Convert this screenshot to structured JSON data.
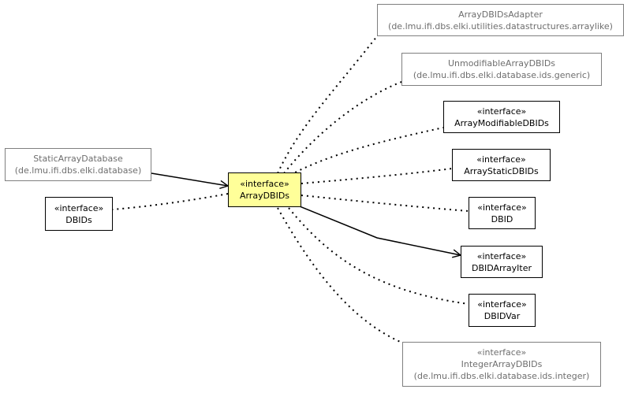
{
  "diagram": {
    "focus": {
      "stereotype": "«interface»",
      "name": "ArrayDBIDs"
    },
    "nodes": {
      "array_dbids_adapter": {
        "name": "ArrayDBIDsAdapter",
        "package": "(de.lmu.ifi.dbs.elki.utilities.datastructures.arraylike)"
      },
      "unmodifiable_array_dbids": {
        "name": "UnmodifiableArrayDBIDs",
        "package": "(de.lmu.ifi.dbs.elki.database.ids.generic)"
      },
      "array_modifiable_dbids": {
        "stereotype": "«interface»",
        "name": "ArrayModifiableDBIDs"
      },
      "static_array_database": {
        "name": "StaticArrayDatabase",
        "package": "(de.lmu.ifi.dbs.elki.database)"
      },
      "array_static_dbids": {
        "stereotype": "«interface»",
        "name": "ArrayStaticDBIDs"
      },
      "dbids": {
        "stereotype": "«interface»",
        "name": "DBIDs"
      },
      "dbid": {
        "stereotype": "«interface»",
        "name": "DBID"
      },
      "dbid_array_iter": {
        "stereotype": "«interface»",
        "name": "DBIDArrayIter"
      },
      "dbid_var": {
        "stereotype": "«interface»",
        "name": "DBIDVar"
      },
      "integer_array_dbids": {
        "stereotype": "«interface»",
        "name": "IntegerArrayDBIDs",
        "package": "(de.lmu.ifi.dbs.elki.database.ids.integer)"
      }
    },
    "colors": {
      "focus_fill": "#ffff99",
      "external_border": "#7f7f7f",
      "external_text": "#6e6e6e",
      "edge": "#000000"
    }
  }
}
